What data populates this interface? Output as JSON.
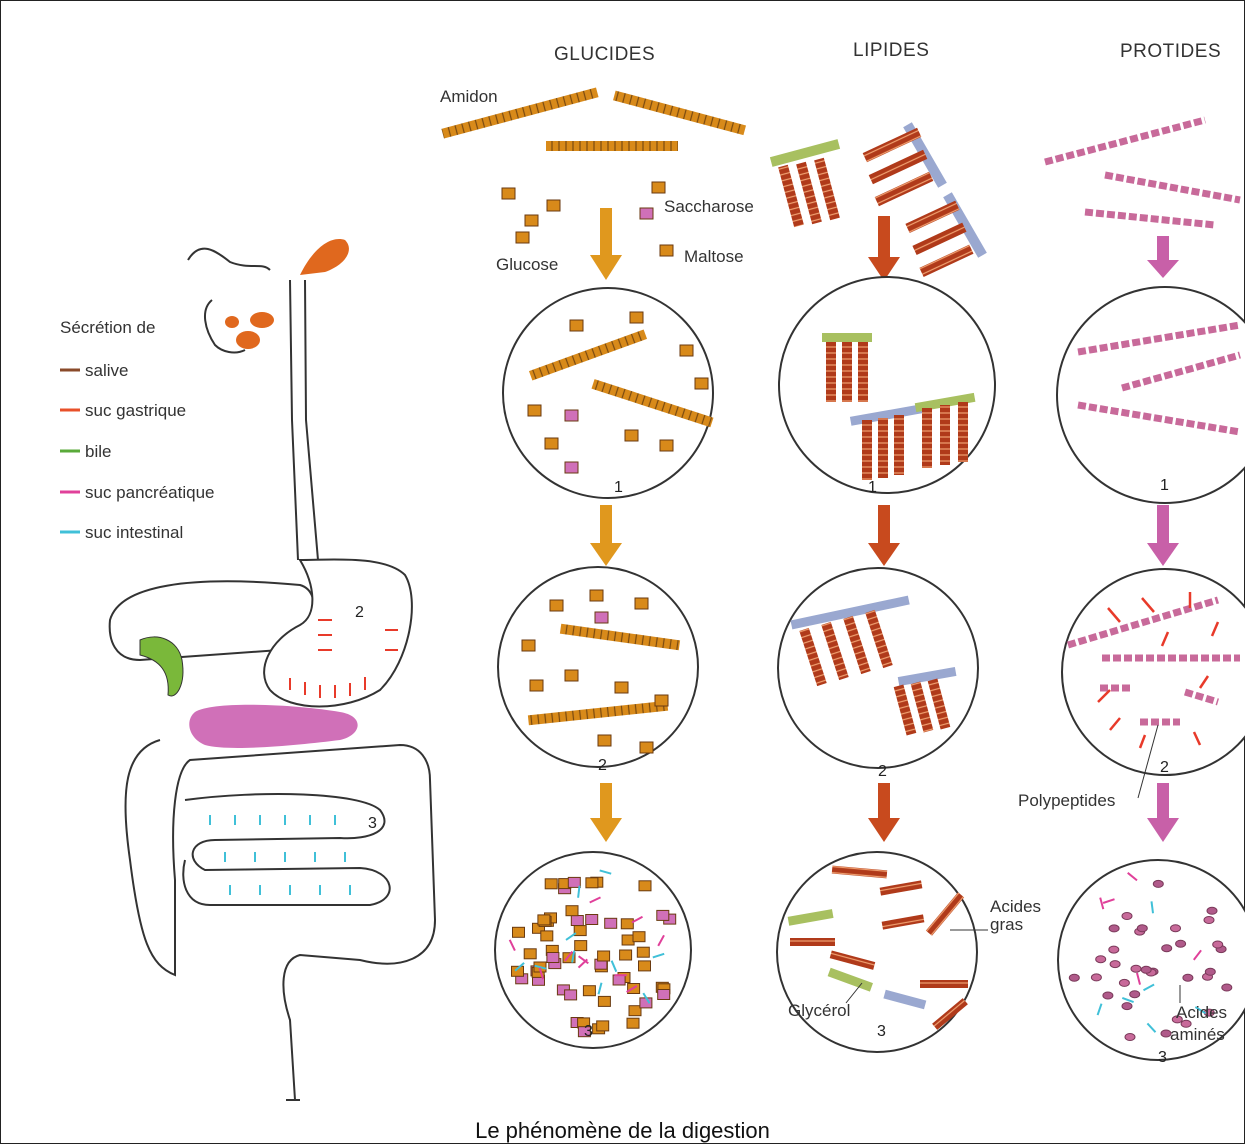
{
  "caption": "Le phénomène de la digestion",
  "columns": {
    "glucides": "GLUCIDES",
    "lipides": "LIPIDES",
    "protides": "PROTIDES"
  },
  "labels": {
    "amidon": "Amidon",
    "saccharose": "Saccharose",
    "glucose": "Glucose",
    "maltose": "Maltose",
    "polypeptides": "Polypeptides",
    "acides_gras_1": "Acides",
    "acides_gras_2": "gras",
    "glycerol": "Glycérol",
    "acides_amines_1": "Acides",
    "acides_amines_2": "aminés"
  },
  "legend": {
    "title": "Sécrétion de",
    "items": [
      {
        "label": "salive",
        "color": "#8a4a2a"
      },
      {
        "label": "suc gastrique",
        "color": "#e8502a"
      },
      {
        "label": "bile",
        "color": "#5aaa3a"
      },
      {
        "label": "suc pancréatique",
        "color": "#e0409a"
      },
      {
        "label": "suc intestinal",
        "color": "#40c0d8"
      }
    ]
  },
  "stage_numbers": {
    "s1": "1",
    "s2": "2",
    "s3": "3"
  },
  "colors": {
    "glucide": "#d88a1a",
    "lipide": "#b03a1a",
    "protide": "#c86a9a",
    "glucide_arrow": "#e0981e",
    "lipide_arrow": "#c84a1e",
    "protide_arrow": "#c860a8",
    "stomach_arrow": "#e83a2a",
    "pancreas": "#d070b8",
    "liver_organ": "#e0681e",
    "gallbladder": "#7ab83a"
  }
}
